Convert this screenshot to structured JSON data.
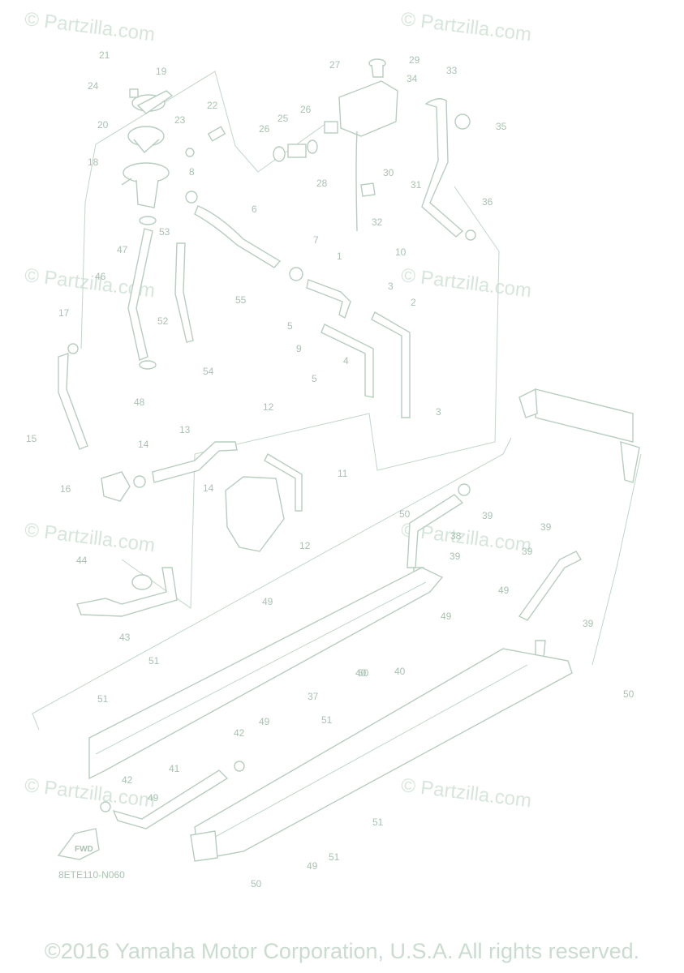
{
  "watermarks": [
    "© Partzilla.com",
    "© Partzilla.com",
    "© Partzilla.com",
    "© Partzilla.com",
    "© Partzilla.com",
    "© Partzilla.com",
    "© Partzilla.com",
    "© Partzilla.com"
  ],
  "diagram_code": "8ETE110-N060",
  "copyright": "©2016 Yamaha Motor Corporation, U.S.A. All rights reserved.",
  "fwd_label": "FWD",
  "callouts": [
    "21",
    "24",
    "19",
    "20",
    "23",
    "22",
    "18",
    "8",
    "6",
    "7",
    "47",
    "53",
    "46",
    "52",
    "55",
    "17",
    "54",
    "48",
    "15",
    "16",
    "14",
    "13",
    "14",
    "12",
    "11",
    "12",
    "1",
    "10",
    "3",
    "5",
    "9",
    "4",
    "5",
    "2",
    "3",
    "27",
    "29",
    "34",
    "33",
    "35",
    "25",
    "26",
    "26",
    "28",
    "30",
    "31",
    "32",
    "36",
    "39",
    "50",
    "38",
    "39",
    "39",
    "39",
    "49",
    "49",
    "39",
    "44",
    "40",
    "43",
    "49",
    "51",
    "37",
    "51",
    "50",
    "40",
    "50",
    "42",
    "49",
    "51",
    "41",
    "42",
    "49",
    "51",
    "49",
    "51",
    "50"
  ]
}
